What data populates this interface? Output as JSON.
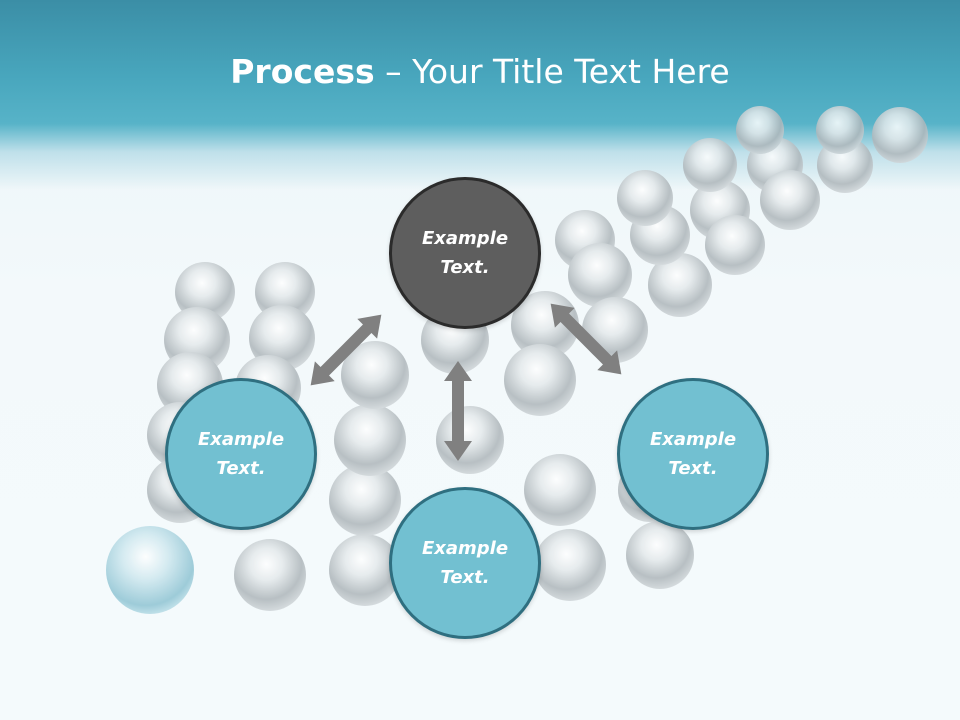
{
  "title": {
    "bold": "Process",
    "rest": " – Your Title Text Here"
  },
  "nodes": {
    "top": "Example Text.",
    "left": "Example Text.",
    "right": "Example Text.",
    "bottom": "Example Text."
  },
  "colors": {
    "header": "#48a6bd",
    "node_teal": "#72c0d1",
    "node_dark": "#5e5e5e",
    "arrow": "#808080"
  }
}
